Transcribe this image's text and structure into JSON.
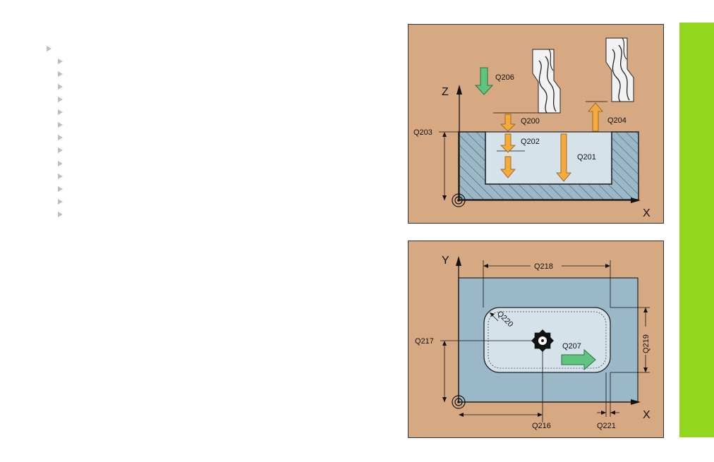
{
  "outline_bullet_count": 14,
  "colors": {
    "panel_bg": "#d7a983",
    "material_fill": "#9ab8c8",
    "pocket_fill": "#d5e2ea",
    "orange_arrow": "#f6a93d",
    "green_arrow": "#5fc47d",
    "sidebar": "#93d61e"
  },
  "side_view": {
    "axis_z": "Z",
    "axis_x": "X",
    "labels": {
      "q206": "Q206",
      "q200": "Q200",
      "q204": "Q204",
      "q203": "Q203",
      "q202": "Q202",
      "q201": "Q201"
    }
  },
  "top_view": {
    "axis_y": "Y",
    "axis_x": "X",
    "labels": {
      "q218": "Q218",
      "q220": "Q220",
      "q219": "Q219",
      "q217": "Q217",
      "q207": "Q207",
      "q216": "Q216",
      "q221": "Q221"
    }
  }
}
